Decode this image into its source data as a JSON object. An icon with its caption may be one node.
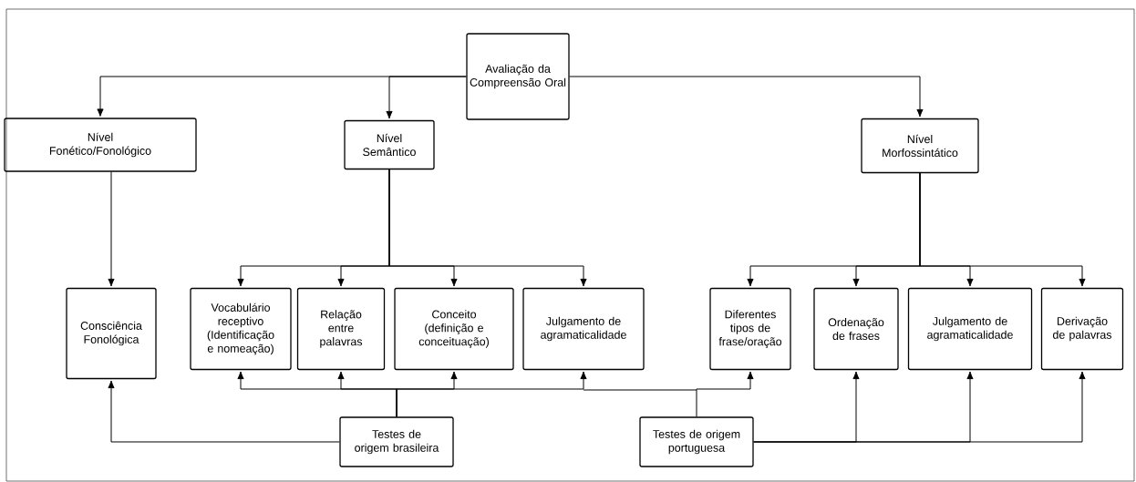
{
  "diagram": {
    "nodes": [
      {
        "text": [
          "Avaliação da Compreensão Oral"
        ]
      },
      {
        "text": [
          "Nível Fonético/Fonológico"
        ]
      },
      {
        "text": [
          "Nível Semântico"
        ]
      },
      {
        "text": [
          "Nível Morfossintático"
        ]
      },
      {
        "text": [
          "Consciência Fonológica"
        ]
      },
      {
        "text": [
          "Vocabulário receptivo (Identificação e nomeação)"
        ]
      },
      {
        "text": [
          "Relação entre palavras"
        ]
      },
      {
        "text": [
          "Conceito (definição e conceituação)"
        ]
      },
      {
        "text": [
          "Julgamento de agramaticalidade"
        ]
      },
      {
        "text": [
          "Diferentes tipos de frase/oração"
        ]
      },
      {
        "text": [
          "Ordenação de frases"
        ]
      },
      {
        "text": [
          "Julgamento de agramaticalidade"
        ]
      },
      {
        "text": [
          "Derivação de palavras"
        ]
      },
      {
        "text": [
          "Testes de origem brasileira"
        ]
      },
      {
        "text": [
          "Testes de origem portuguesa"
        ]
      }
    ],
    "edges": [
      {
        "from": 0,
        "to": 1,
        "arrow": "to"
      },
      {
        "from": 0,
        "to": 2,
        "arrow": "to"
      },
      {
        "from": 0,
        "to": 3,
        "arrow": "to"
      },
      {
        "from": 1,
        "to": 4,
        "arrow": "to"
      },
      {
        "from": 2,
        "to": 5,
        "arrow": "to"
      },
      {
        "from": 2,
        "to": 6,
        "arrow": "to"
      },
      {
        "from": 2,
        "to": 7,
        "arrow": "to"
      },
      {
        "from": 2,
        "to": 8,
        "arrow": "to"
      },
      {
        "from": 3,
        "to": 9,
        "arrow": "to"
      },
      {
        "from": 3,
        "to": 10,
        "arrow": "to"
      },
      {
        "from": 3,
        "to": 11,
        "arrow": "to"
      },
      {
        "from": 3,
        "to": 12,
        "arrow": "to"
      },
      {
        "from": 13,
        "to": 4,
        "arrow": "to"
      },
      {
        "from": 13,
        "to": 5,
        "arrow": "to"
      },
      {
        "from": 13,
        "to": 6,
        "arrow": "to"
      },
      {
        "from": 13,
        "to": 7,
        "arrow": "to"
      },
      {
        "from": 13,
        "to": 8,
        "arrow": "to"
      },
      {
        "from": 14,
        "to": 9,
        "arrow": "to"
      },
      {
        "from": 14,
        "to": 10,
        "arrow": "to"
      },
      {
        "from": 14,
        "to": 11,
        "arrow": "to"
      },
      {
        "from": 14,
        "to": 12,
        "arrow": "to"
      }
    ]
  }
}
